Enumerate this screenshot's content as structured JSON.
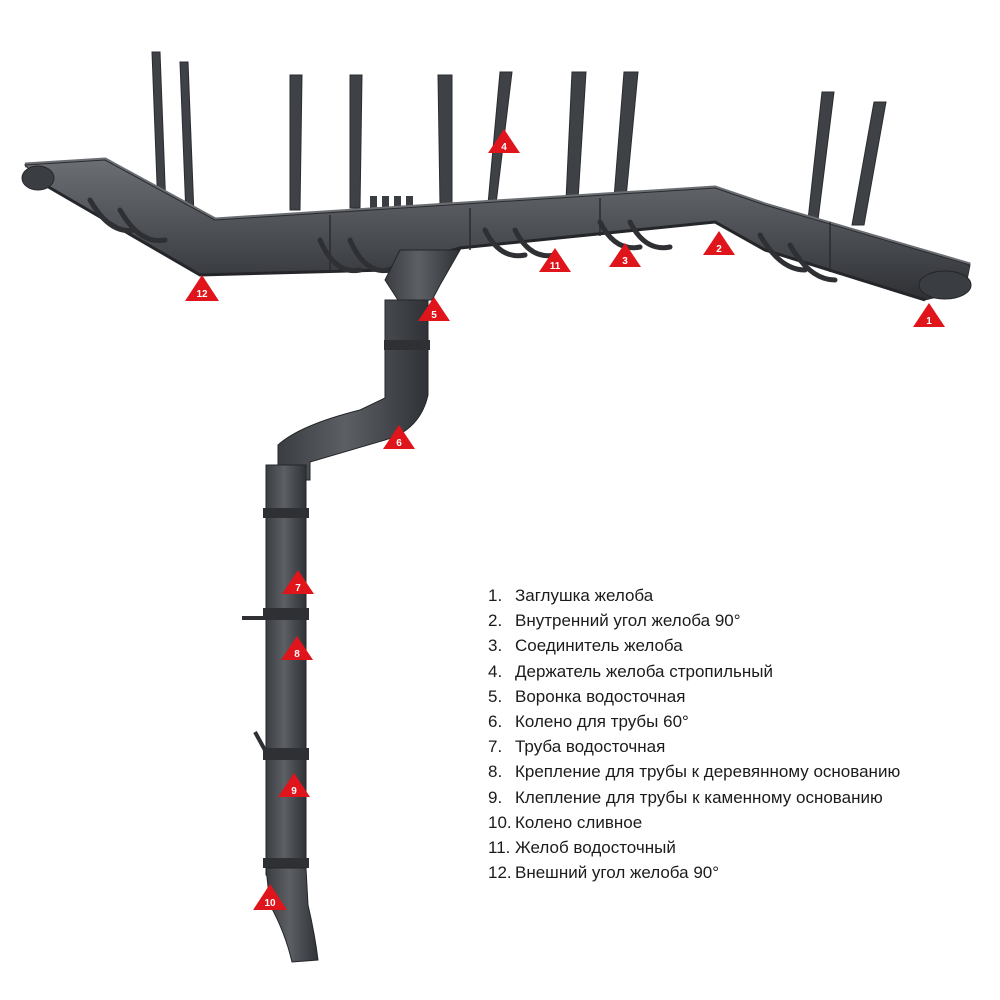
{
  "colors": {
    "metal": "#4a4d52",
    "metal_dark": "#2e3034",
    "metal_light": "#6b6e73",
    "marker": "#e0141b"
  },
  "markers": [
    "1",
    "2",
    "3",
    "4",
    "5",
    "6",
    "7",
    "8",
    "9",
    "10",
    "11",
    "12"
  ],
  "legend": [
    {
      "num": "1.",
      "text": "Заглушка желоба"
    },
    {
      "num": "2.",
      "text": "Внутренний угол желоба 90°"
    },
    {
      "num": "3.",
      "text": "Соединитель желоба"
    },
    {
      "num": "4.",
      "text": "Держатель желоба стропильный"
    },
    {
      "num": "5.",
      "text": "Воронка водосточная"
    },
    {
      "num": "6.",
      "text": "Колено для трубы 60°"
    },
    {
      "num": "7.",
      "text": "Труба водосточная"
    },
    {
      "num": "8.",
      "text": "Крепление для трубы к деревянному основанию"
    },
    {
      "num": "9.",
      "text": "Клепление для трубы к каменному основанию"
    },
    {
      "num": "10.",
      "text": "Колено сливное"
    },
    {
      "num": "11.",
      "text": "Желоб водосточный"
    },
    {
      "num": "12.",
      "text": "Внешний угол желоба 90°"
    }
  ]
}
